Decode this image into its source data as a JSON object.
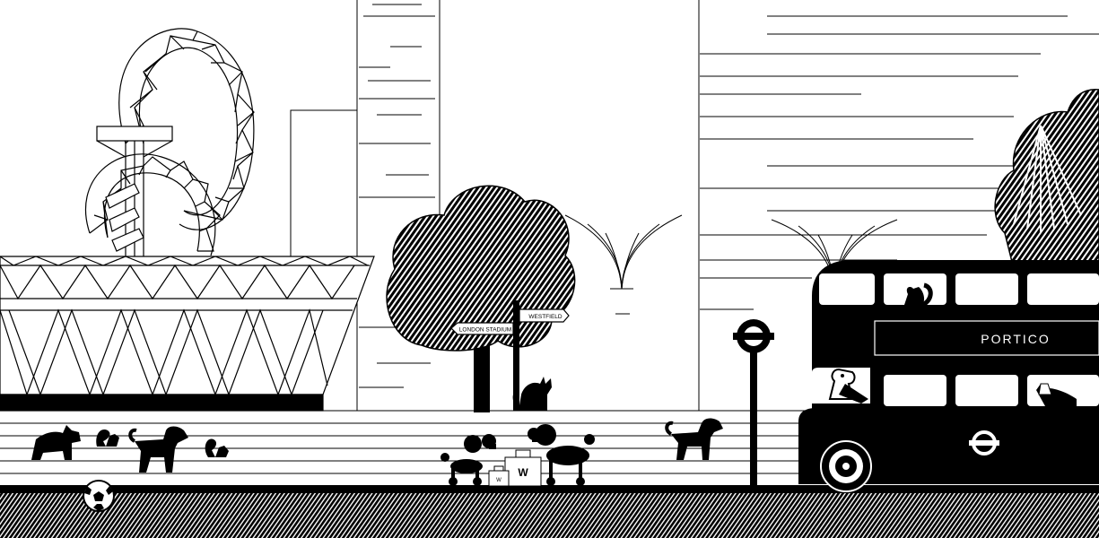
{
  "colors": {
    "ink": "#000000",
    "paper": "#ffffff"
  },
  "signpost": {
    "left_sign": "LONDON STADIUM",
    "right_sign": "WESTFIELD"
  },
  "bus": {
    "destination": "PORTICO"
  },
  "shopping_bags": {
    "large_bag": "W",
    "small_bag": "W"
  },
  "icons": {
    "underground": "london-underground-roundel-icon",
    "football": "football-icon"
  }
}
